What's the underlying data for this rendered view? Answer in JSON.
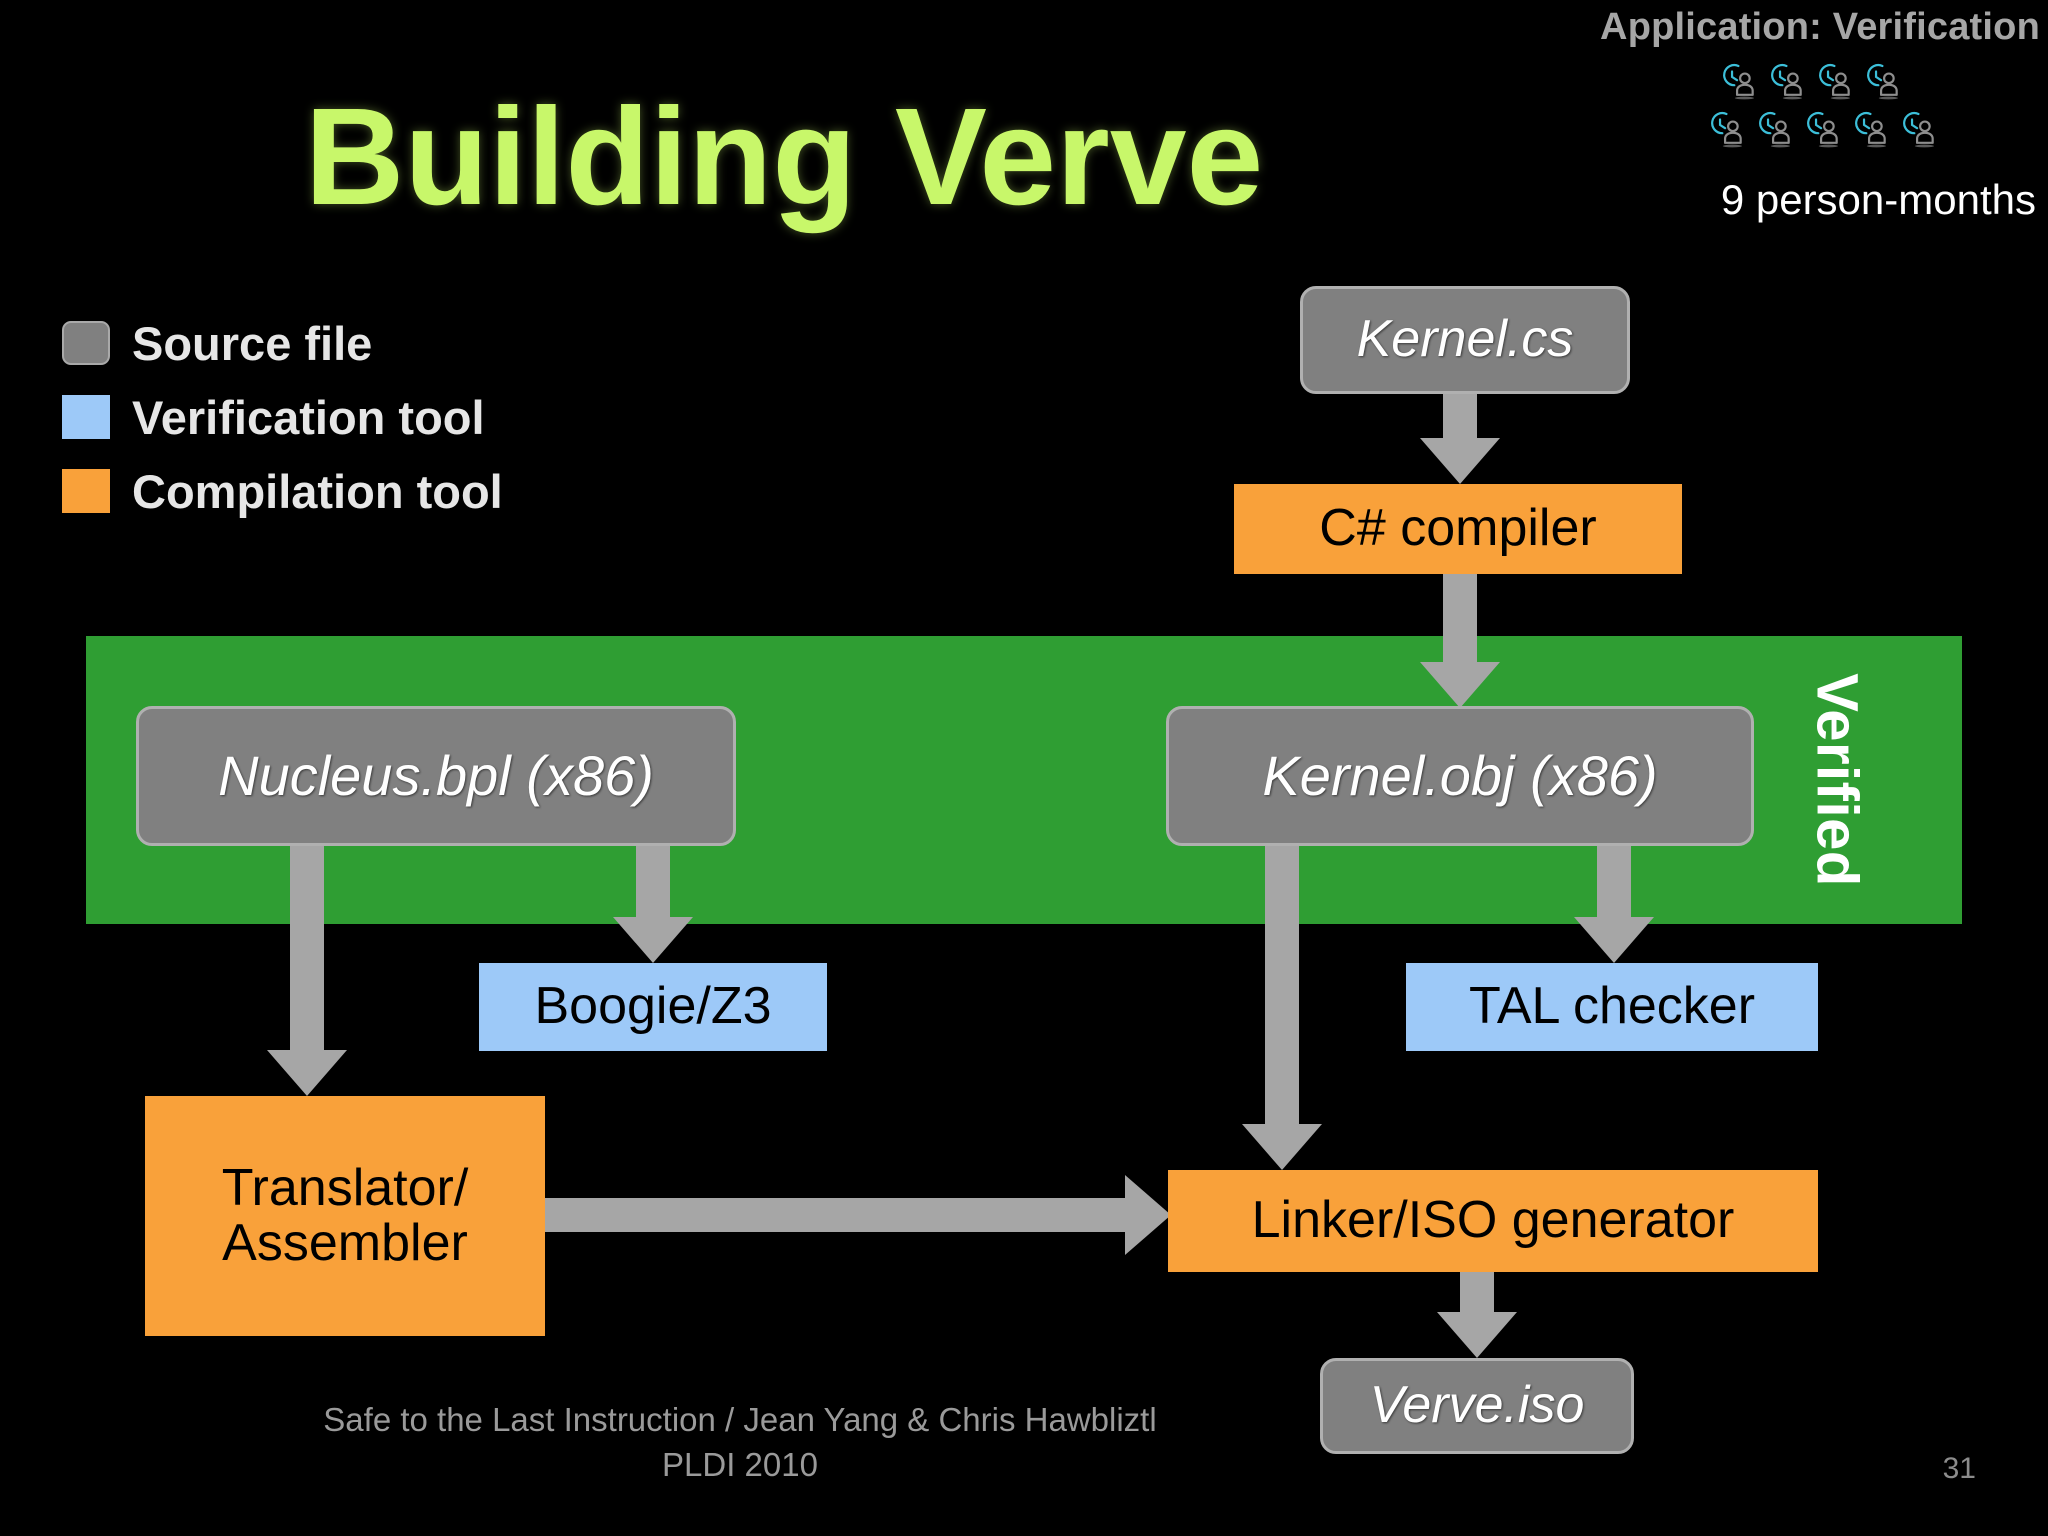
{
  "header": {
    "application_label": "Application: Verification",
    "person_months": "9 person-months",
    "people_icon_name": "person-clock-icon",
    "people_row_1_count": 4,
    "people_row_2_count": 5
  },
  "title": "Building Verve",
  "legend": {
    "items": [
      {
        "label": "Source file",
        "color": "#808080",
        "icon": "gray-rounded-swatch"
      },
      {
        "label": "Verification tool",
        "color": "#9dc9f8",
        "icon": "blue-swatch"
      },
      {
        "label": "Compilation tool",
        "color": "#f9a13a",
        "icon": "orange-swatch"
      }
    ]
  },
  "verified_band": {
    "label": "Verified",
    "color": "#2f9e33"
  },
  "diagram": {
    "nodes": [
      {
        "id": "kernel-cs",
        "label": "Kernel.cs",
        "type": "source file"
      },
      {
        "id": "csharp",
        "label": "C# compiler",
        "type": "compilation tool"
      },
      {
        "id": "nucleus",
        "label": "Nucleus.bpl (x86)",
        "type": "source file"
      },
      {
        "id": "kernel-obj",
        "label": "Kernel.obj (x86)",
        "type": "source file"
      },
      {
        "id": "boogie",
        "label": "Boogie/Z3",
        "type": "verification tool"
      },
      {
        "id": "tal",
        "label": "TAL checker",
        "type": "verification tool"
      },
      {
        "id": "translator",
        "label": "Translator/\nAssembler",
        "type": "compilation tool"
      },
      {
        "id": "linker",
        "label": "Linker/ISO generator",
        "type": "compilation tool"
      },
      {
        "id": "verve-iso",
        "label": "Verve.iso",
        "type": "source file"
      }
    ],
    "edges": [
      {
        "from": "kernel-cs",
        "to": "csharp"
      },
      {
        "from": "csharp",
        "to": "kernel-obj"
      },
      {
        "from": "nucleus",
        "to": "boogie"
      },
      {
        "from": "nucleus",
        "to": "translator"
      },
      {
        "from": "kernel-obj",
        "to": "tal"
      },
      {
        "from": "kernel-obj",
        "to": "linker"
      },
      {
        "from": "translator",
        "to": "linker"
      },
      {
        "from": "linker",
        "to": "verve-iso"
      }
    ],
    "arrow_color": "#a6a6a6"
  },
  "footer": {
    "note": "Safe to the Last Instruction / Jean Yang & Chris Hawbliztl PLDI 2010",
    "page_number": "31"
  },
  "colors": {
    "background": "#000000",
    "title": "#c8f76a",
    "verified_green": "#2f9e33",
    "source_gray": "#808080",
    "verify_blue": "#9dc9f8",
    "compile_orange": "#f9a13a",
    "arrow_gray": "#a6a6a6",
    "muted_text": "#9a9a9a"
  }
}
